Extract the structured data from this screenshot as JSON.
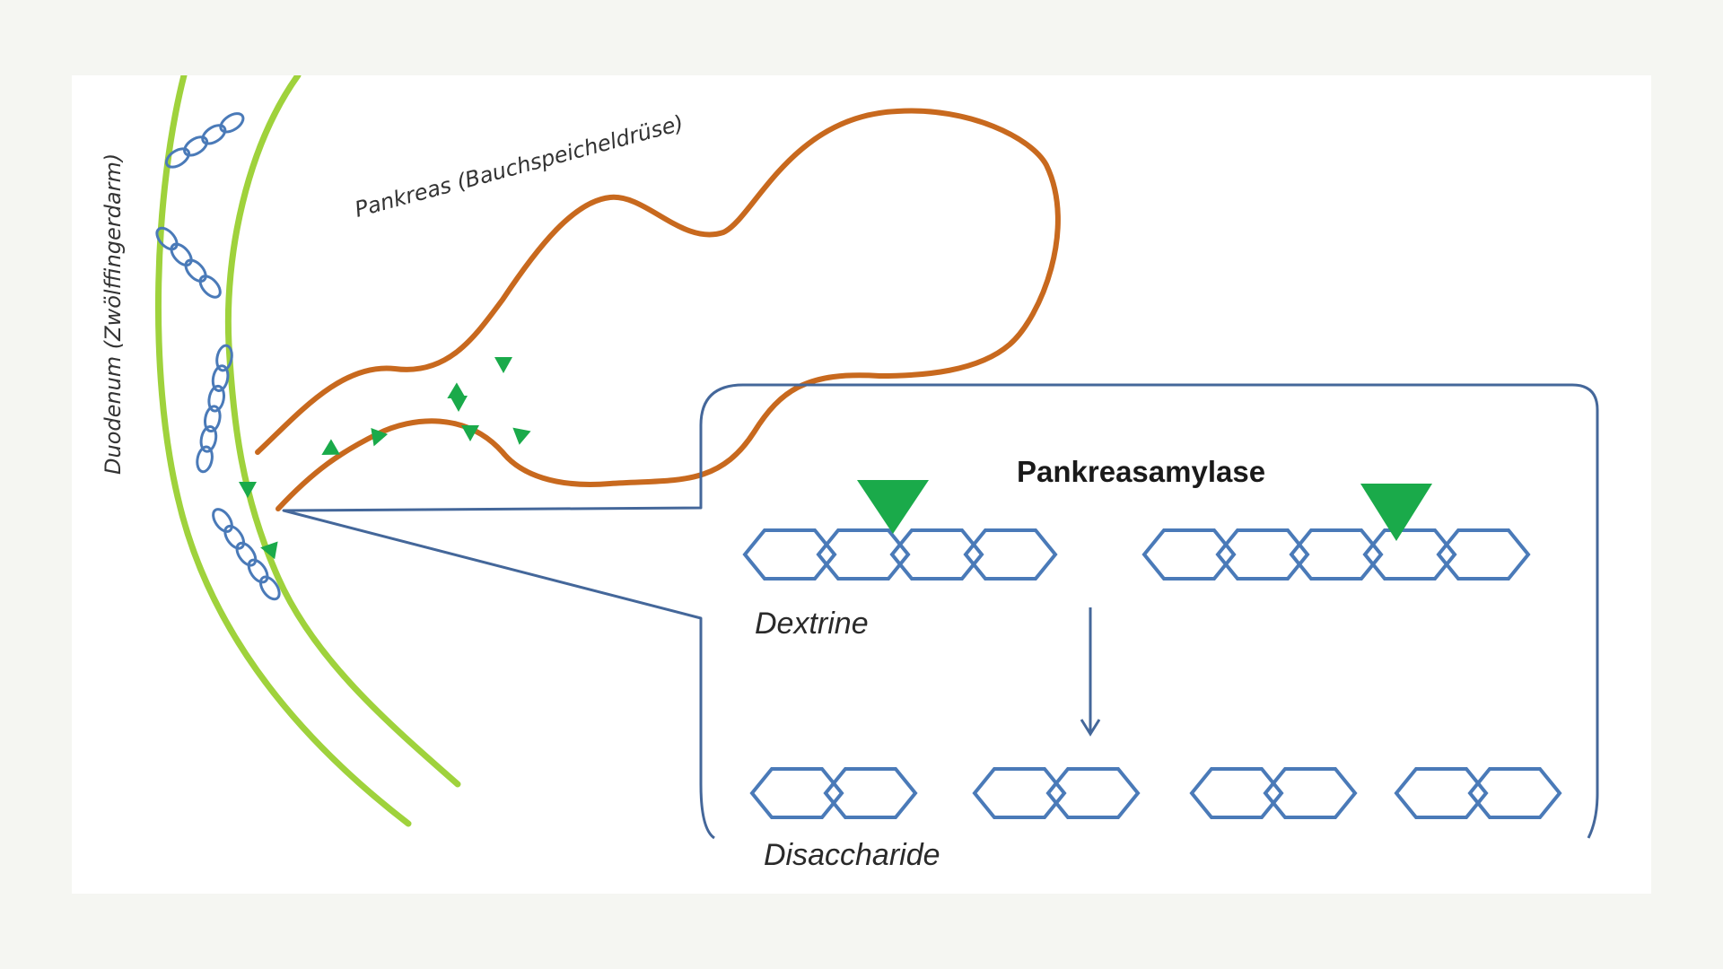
{
  "labels": {
    "duodenum": "Duodenum (Zwölffingerdarm)",
    "pancreas": "Pankreas (Bauchspeicheldrüse)",
    "enzyme": "Pankreasamylase",
    "dextrine": "Dextrine",
    "disaccharide": "Disaccharide"
  },
  "colors": {
    "background": "#f5f6f2",
    "panel": "#ffffff",
    "duodenum_wall": "#9fd23c",
    "pancreas_outline": "#c8691e",
    "sugar_ring": "#4a7ab8",
    "enzyme_marker": "#1aaa4a",
    "callout_border": "#44679a",
    "text": "#222222"
  },
  "icons": {
    "enzyme": "green-triangle",
    "sugar_unit": "hexagon-ring",
    "reaction": "arrow-down"
  }
}
